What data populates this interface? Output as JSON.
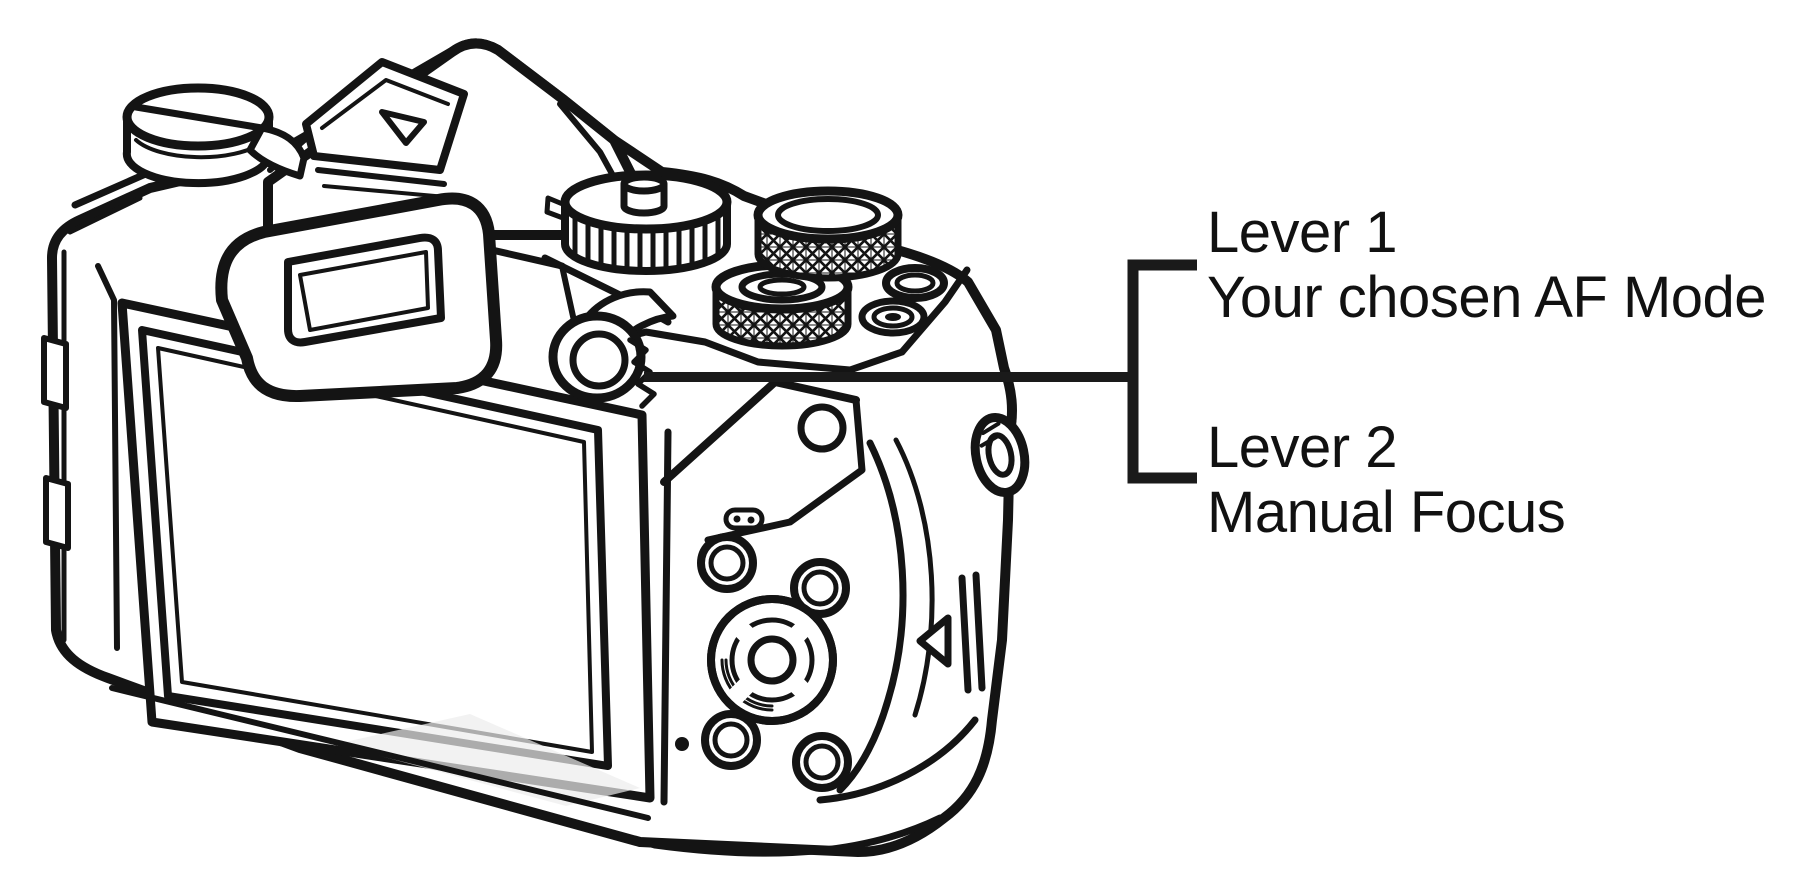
{
  "figure": {
    "subject": "mirrorless-camera-rear-view-line-illustration",
    "style": "black outline line art on white"
  },
  "palette": {
    "line": "#141414",
    "background": "#ffffff",
    "text": "#111111"
  },
  "callouts": {
    "lever1": {
      "title": "Lever 1",
      "description": "Your chosen AF Mode"
    },
    "lever2": {
      "title": "Lever 2",
      "description": "Manual Focus"
    }
  },
  "parts": [
    "exposure-compensation-dial",
    "hot-shoe",
    "viewfinder-hump",
    "eyecup",
    "drive-dial",
    "rear-command-dial",
    "front-command-dial",
    "record-button",
    "function-button",
    "af-mf-lever",
    "lcd-screen",
    "thumb-rest",
    "d-pad",
    "menu-buttons",
    "card-door",
    "strap-lug"
  ]
}
